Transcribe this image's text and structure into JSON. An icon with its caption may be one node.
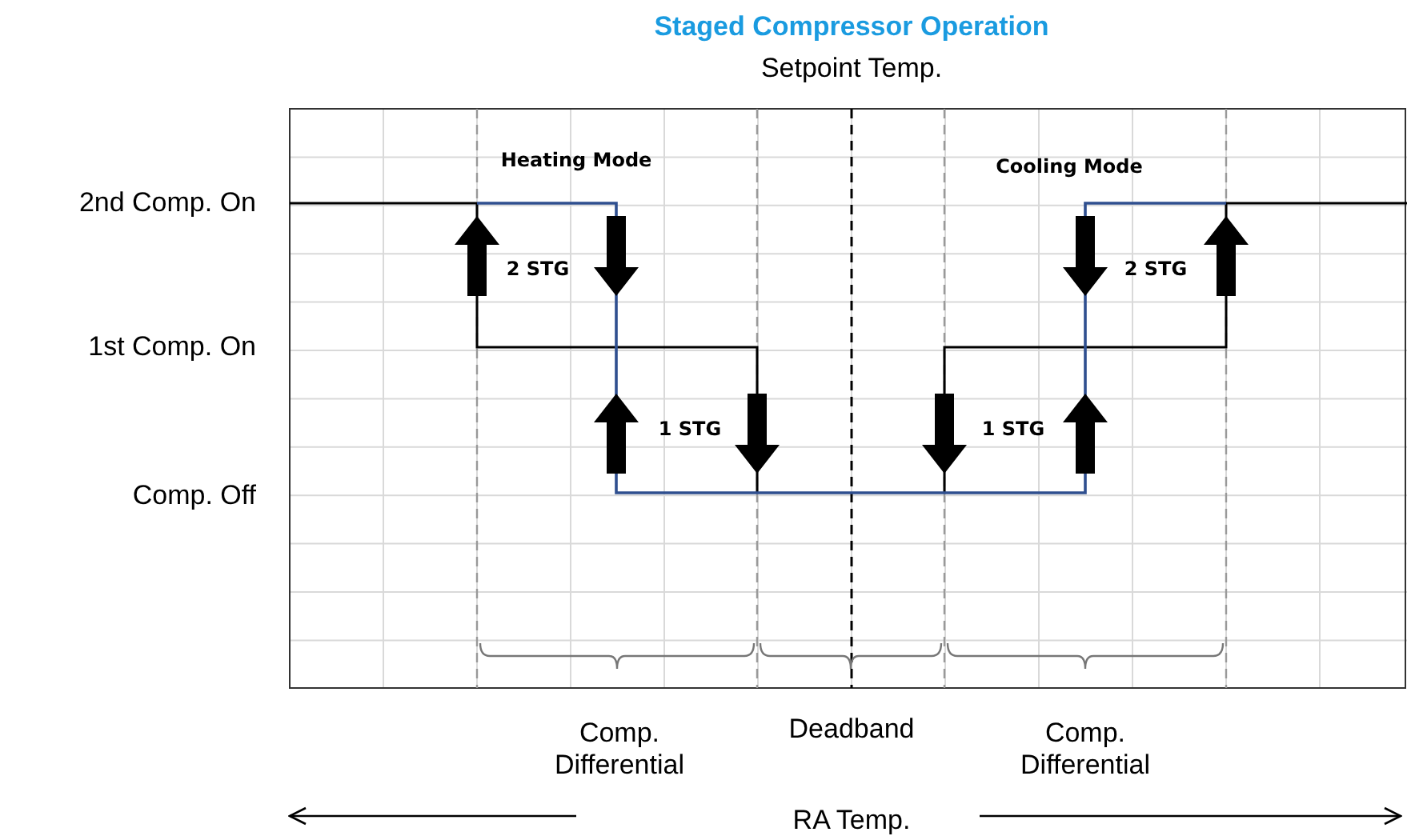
{
  "diagram": {
    "title": "Staged Compressor Operation",
    "labels": [
      "Setpoint Temp.",
      "2nd Comp. On",
      "1st Comp. On",
      "Comp. Off",
      "Heating Mode",
      "Cooling Mode",
      "2 STG",
      "1 STG",
      "1 STG",
      "2 STG",
      "Comp. Differential",
      "Deadband",
      "Comp. Differential",
      "RA Temp."
    ]
  }
}
